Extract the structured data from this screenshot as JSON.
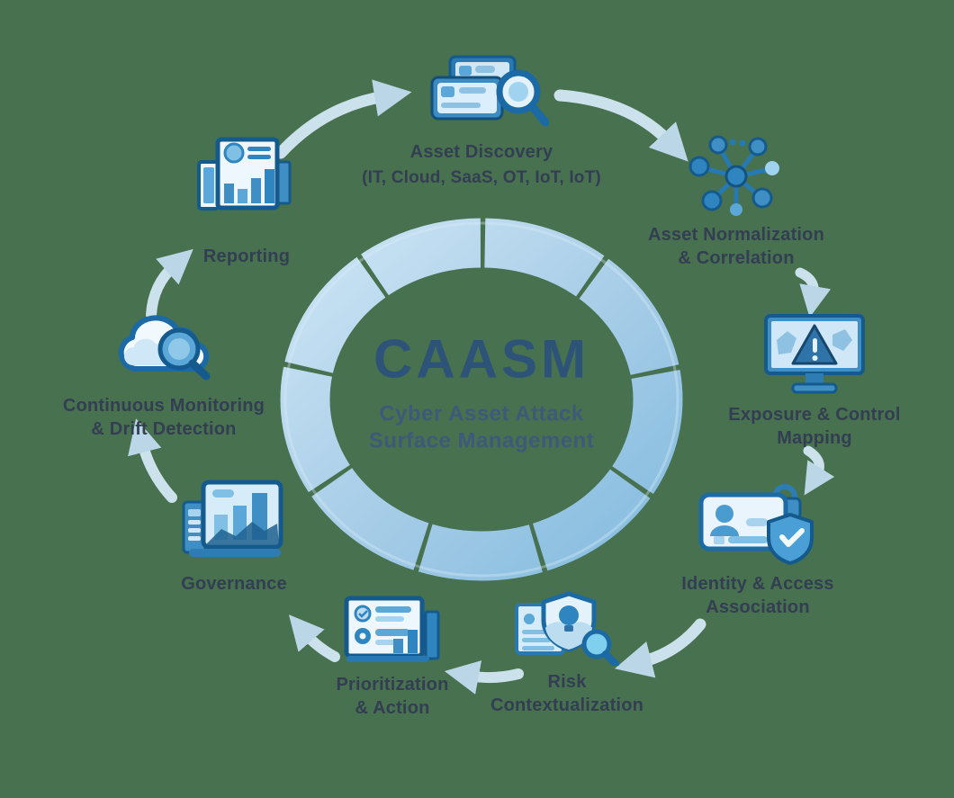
{
  "center": {
    "title": "CAASM",
    "subtitle_lines": [
      "Cyber Asset Attack",
      "Surface Management"
    ]
  },
  "stages": [
    {
      "id": "asset-discovery",
      "label_lines": [
        "Asset Discovery"
      ],
      "sublabel": "(IT, Cloud, SaaS, OT, IoT, IoT)",
      "icon": "devices-magnifier-icon"
    },
    {
      "id": "asset-normalization",
      "label_lines": [
        "Asset Normalization",
        "& Correlation"
      ],
      "icon": "network-nodes-icon"
    },
    {
      "id": "exposure-mapping",
      "label_lines": [
        "Exposure & Control",
        "Mapping"
      ],
      "icon": "monitor-warning-icon"
    },
    {
      "id": "identity-access",
      "label_lines": [
        "Identity & Access",
        "Association"
      ],
      "icon": "id-card-shield-icon"
    },
    {
      "id": "risk-contextualization",
      "label_lines": [
        "Risk",
        "Contextualization"
      ],
      "icon": "shield-bulb-magnifier-icon"
    },
    {
      "id": "prioritization-action",
      "label_lines": [
        "Prioritization",
        "& Action"
      ],
      "icon": "checklist-bar-chart-icon"
    },
    {
      "id": "governance",
      "label_lines": [
        "Governance"
      ],
      "icon": "analytics-growth-chart-icon"
    },
    {
      "id": "continuous-monitoring",
      "label_lines": [
        "Continuous Monitoring",
        "& Drift Detection"
      ],
      "icon": "cloud-magnifier-icon"
    },
    {
      "id": "reporting",
      "label_lines": [
        "Reporting"
      ],
      "icon": "report-bar-chart-icon"
    }
  ],
  "colors": {
    "background": "#47714F",
    "ring_light": "#C2DFF2",
    "ring_dark": "#88BDDF",
    "arrow": "#D3E7F4",
    "label": "#333E52",
    "title": "#2E5379",
    "subtitle": "#3D5A78",
    "icon_stroke": "#155A8C",
    "icon_fill": "#3F8FC5"
  }
}
